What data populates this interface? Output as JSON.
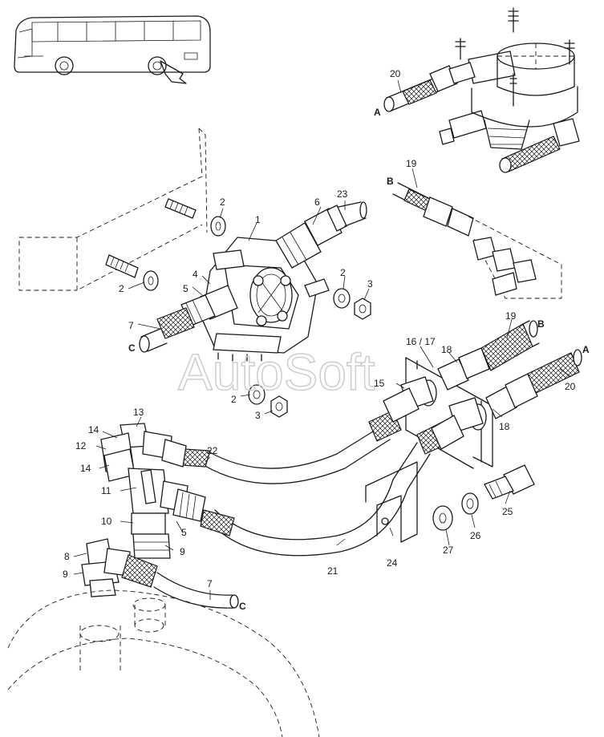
{
  "watermark": "AutoSoft",
  "callouts": {
    "c1": "1",
    "c2a": "2",
    "c2b": "2",
    "c2c": "2",
    "c2d": "2",
    "c3a": "3",
    "c3b": "3",
    "c4": "4",
    "c5a": "5",
    "c5b": "5",
    "c6": "6",
    "c7a": "7",
    "c7b": "7",
    "c8": "8",
    "c9a": "9",
    "c9b": "9",
    "c10": "10",
    "c11": "11",
    "c12": "12",
    "c13": "13",
    "c14a": "14",
    "c14b": "14",
    "c15": "15",
    "c1617": "16 / 17",
    "c18a": "18",
    "c18b": "18",
    "c19a": "19",
    "c19b": "19",
    "c20a": "20",
    "c20b": "20",
    "c21": "21",
    "c22": "22",
    "c23": "23",
    "c24": "24",
    "c25": "25",
    "c26": "26",
    "c27": "27"
  },
  "connection_letters": {
    "a1": "A",
    "a2": "A",
    "b1": "B",
    "b2": "B",
    "cc1": "C",
    "cc2": "C"
  },
  "icons": {
    "vehicle": "coach-bus-locator-icon"
  }
}
